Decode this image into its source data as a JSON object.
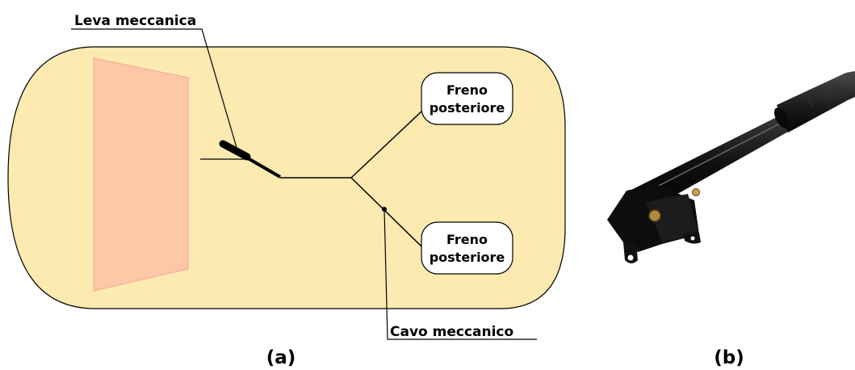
{
  "colors": {
    "vehicle_body": "#fdeab0",
    "seat_area": "#fcc8a6",
    "seat_edge": "#f3a89a",
    "lines": "#000000",
    "box_fill": "#ffffff"
  },
  "panel_a": {
    "label": "(a)",
    "lever_callout": "Leva meccanica",
    "cable_callout": "Cavo meccanico",
    "brake_top": {
      "line1": "Freno",
      "line2": "posteriore"
    },
    "brake_bottom": {
      "line1": "Freno",
      "line2": "posteriore"
    }
  },
  "panel_b": {
    "label": "(b)",
    "photo_subject": "handbrake-lever"
  }
}
